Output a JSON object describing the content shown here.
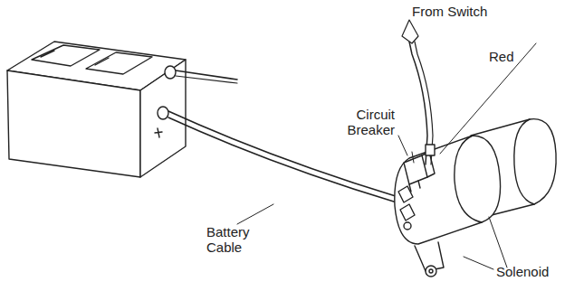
{
  "diagram": {
    "labels": [
      "From Switch",
      "Red",
      "Circuit Breaker",
      "Battery Cable",
      "Solenoid"
    ]
  }
}
